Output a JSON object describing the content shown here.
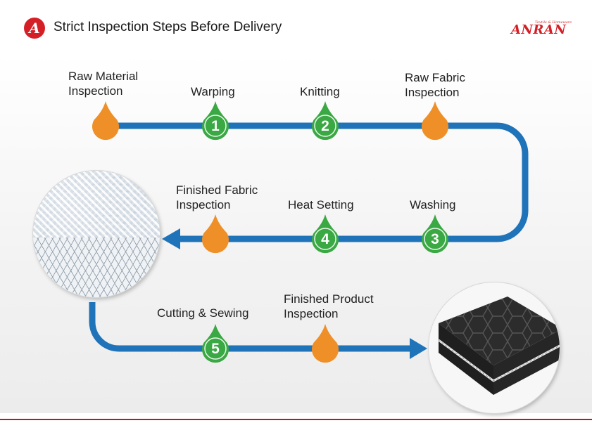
{
  "header": {
    "badge_letter": "A",
    "title": "Strict Inspection Steps Before Delivery"
  },
  "logo": {
    "text": "ANRAN",
    "tagline": "Textile & Homeware"
  },
  "colors": {
    "flow_line": "#1f73b8",
    "numbered_step": "#3aa843",
    "inspection_point": "#ef8f27",
    "brand": "#d51f26"
  },
  "steps": {
    "raw_material_inspection": {
      "label_line1": "Raw Material",
      "label_line2": "Inspection",
      "kind": "inspection"
    },
    "warping": {
      "label": "Warping",
      "number": "1",
      "kind": "numbered"
    },
    "knitting": {
      "label": "Knitting",
      "number": "2",
      "kind": "numbered"
    },
    "raw_fabric_inspection": {
      "label_line1": "Raw Fabric",
      "label_line2": "Inspection",
      "kind": "inspection"
    },
    "washing": {
      "label": "Washing",
      "number": "3",
      "kind": "numbered"
    },
    "heat_setting": {
      "label": "Heat Setting",
      "number": "4",
      "kind": "numbered"
    },
    "finished_fabric_inspection": {
      "label_line1": "Finished Fabric",
      "label_line2": "Inspection",
      "kind": "inspection"
    },
    "cutting_sewing": {
      "label": "Cutting & Sewing",
      "number": "5",
      "kind": "numbered"
    },
    "finished_product_inspection": {
      "label_line1": "Finished Product",
      "label_line2": "Inspection",
      "kind": "inspection"
    }
  },
  "images": {
    "fabric": "white mesh fabric close-up",
    "mattress": "black hexagon-quilted mattress topper"
  }
}
